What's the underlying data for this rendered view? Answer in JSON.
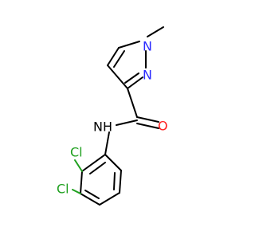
{
  "atoms": {
    "n_methyl": "N",
    "n_ring": "N",
    "o_carbonyl": "O",
    "nh_amide": "NH",
    "cl_ortho": "Cl",
    "cl_meta": "Cl"
  },
  "colors": {
    "nitrogen": "#2a2aff",
    "oxygen": "#ff2020",
    "chlorine": "#1fa01f",
    "carbon_bond": "#000000",
    "background": "#ffffff"
  }
}
